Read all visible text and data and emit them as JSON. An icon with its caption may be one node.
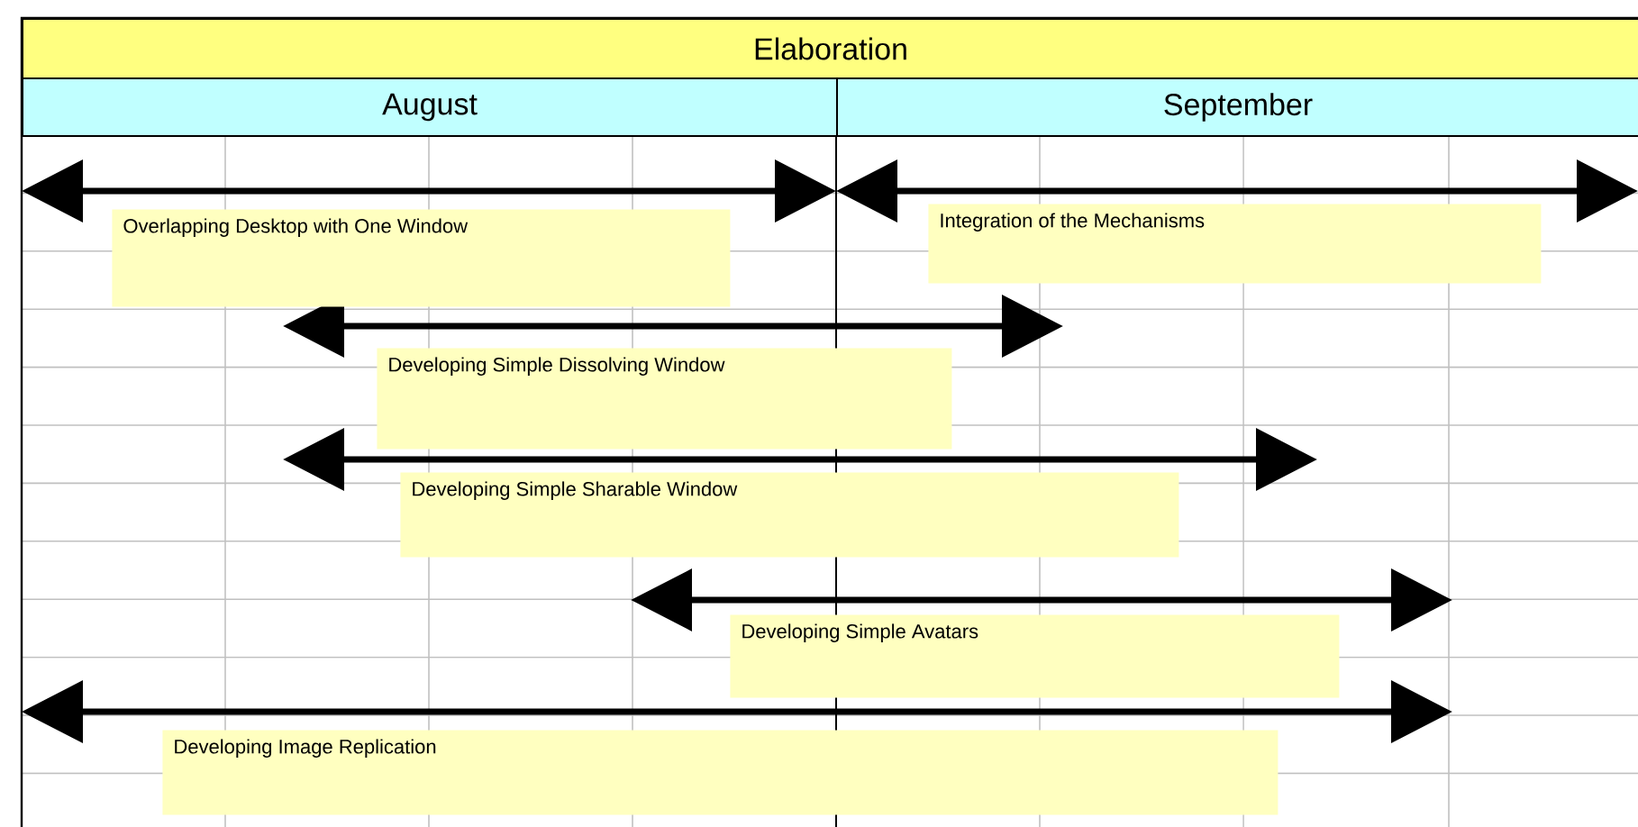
{
  "diagram": {
    "nodes": [
      {
        "text": [
          "Elaboration"
        ]
      },
      {
        "text": [
          "August"
        ]
      },
      {
        "text": [
          "September"
        ]
      },
      {
        "text": [
          "Overlapping Desktop with One Window"
        ]
      },
      {
        "text": [
          "Integration of the Mechanisms"
        ]
      },
      {
        "text": [
          "Developing Simple Dissolving Window"
        ]
      },
      {
        "text": [
          "Developing Simple Sharable Window"
        ]
      },
      {
        "text": [
          "Developing Simple Avatars"
        ]
      },
      {
        "text": [
          "Developing Image Replication"
        ]
      }
    ]
  }
}
